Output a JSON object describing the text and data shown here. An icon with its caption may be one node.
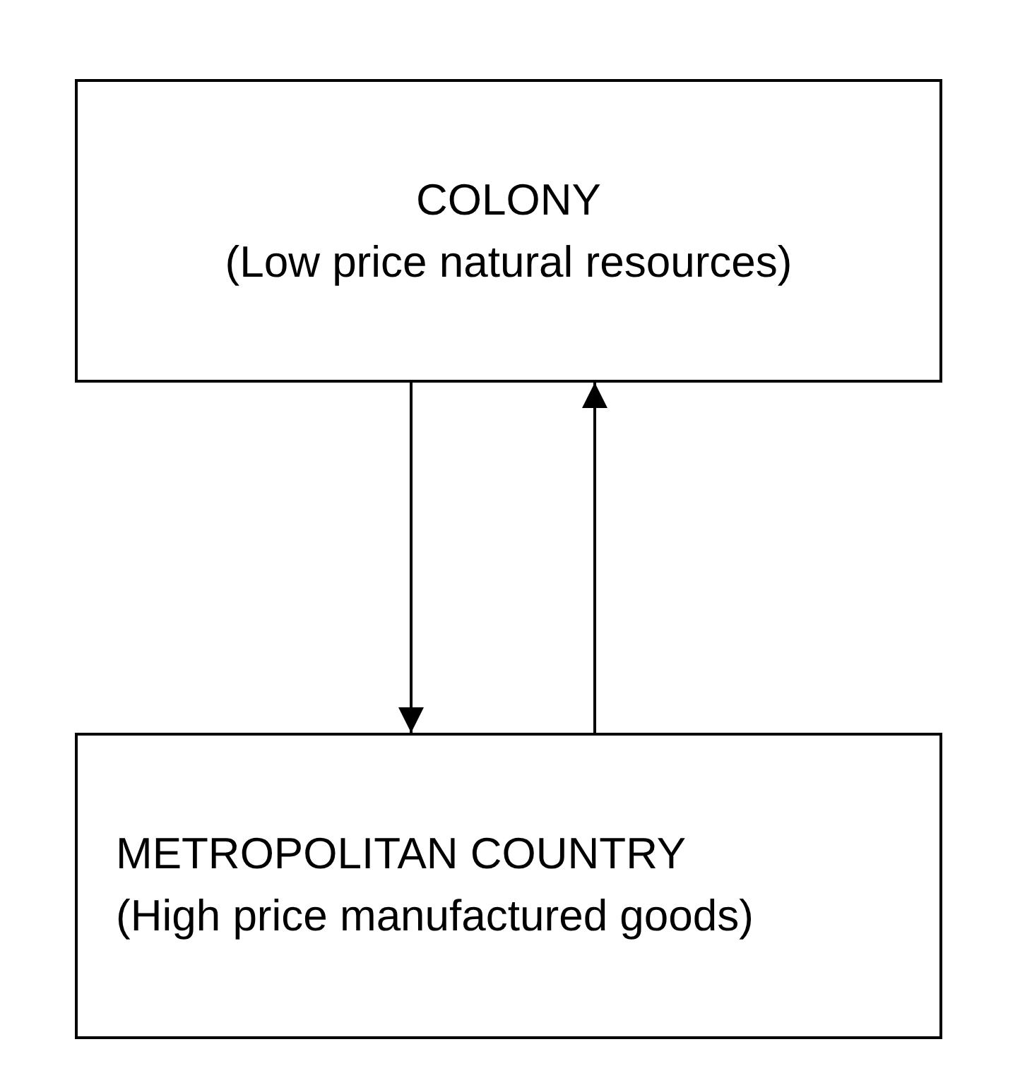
{
  "diagram": {
    "nodes": [
      {
        "text": [
          "COLONY",
          "(Low price natural resources)"
        ]
      },
      {
        "text": [
          "METROPOLITAN COUNTRY",
          "(High price manufactured goods)"
        ]
      }
    ],
    "edges": [
      {
        "from": 0,
        "to": 1,
        "arrow": "to"
      },
      {
        "from": 1,
        "to": 0,
        "arrow": "to"
      }
    ]
  }
}
